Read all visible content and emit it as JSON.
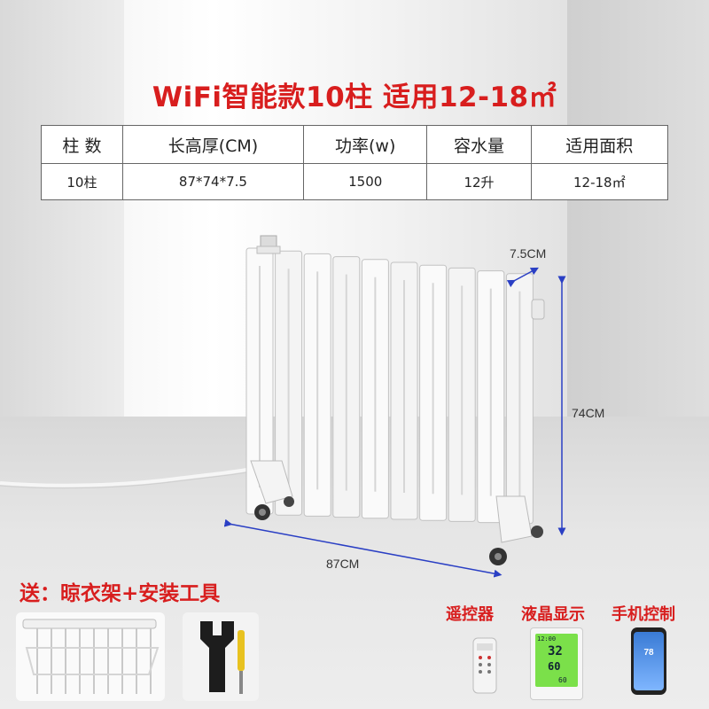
{
  "title": "WiFi智能款10柱 适用12-18㎡",
  "spec_table": {
    "headers": [
      "柱  数",
      "长高厚(CM)",
      "功率(w)",
      "容水量",
      "适用面积"
    ],
    "values": [
      "10柱",
      "87*74*7.5",
      "1500",
      "12升",
      "12-18㎡"
    ]
  },
  "dimensions": {
    "depth": "7.5CM",
    "height": "74CM",
    "width": "87CM"
  },
  "gift_text": "送：晾衣架+安装工具",
  "features": [
    "遥控器",
    "液晶显示",
    "手机控制"
  ],
  "lcd_display": {
    "time": "12:00",
    "temp_big": "32",
    "temp_set": "60",
    "temp_small": "60"
  },
  "phone_screen": {
    "temp": "78"
  },
  "colors": {
    "accent_red": "#d81e1e",
    "radiator_white": "#f7f7f7",
    "lcd_green": "#7be04a",
    "dimension_blue": "#2a3fc4"
  }
}
